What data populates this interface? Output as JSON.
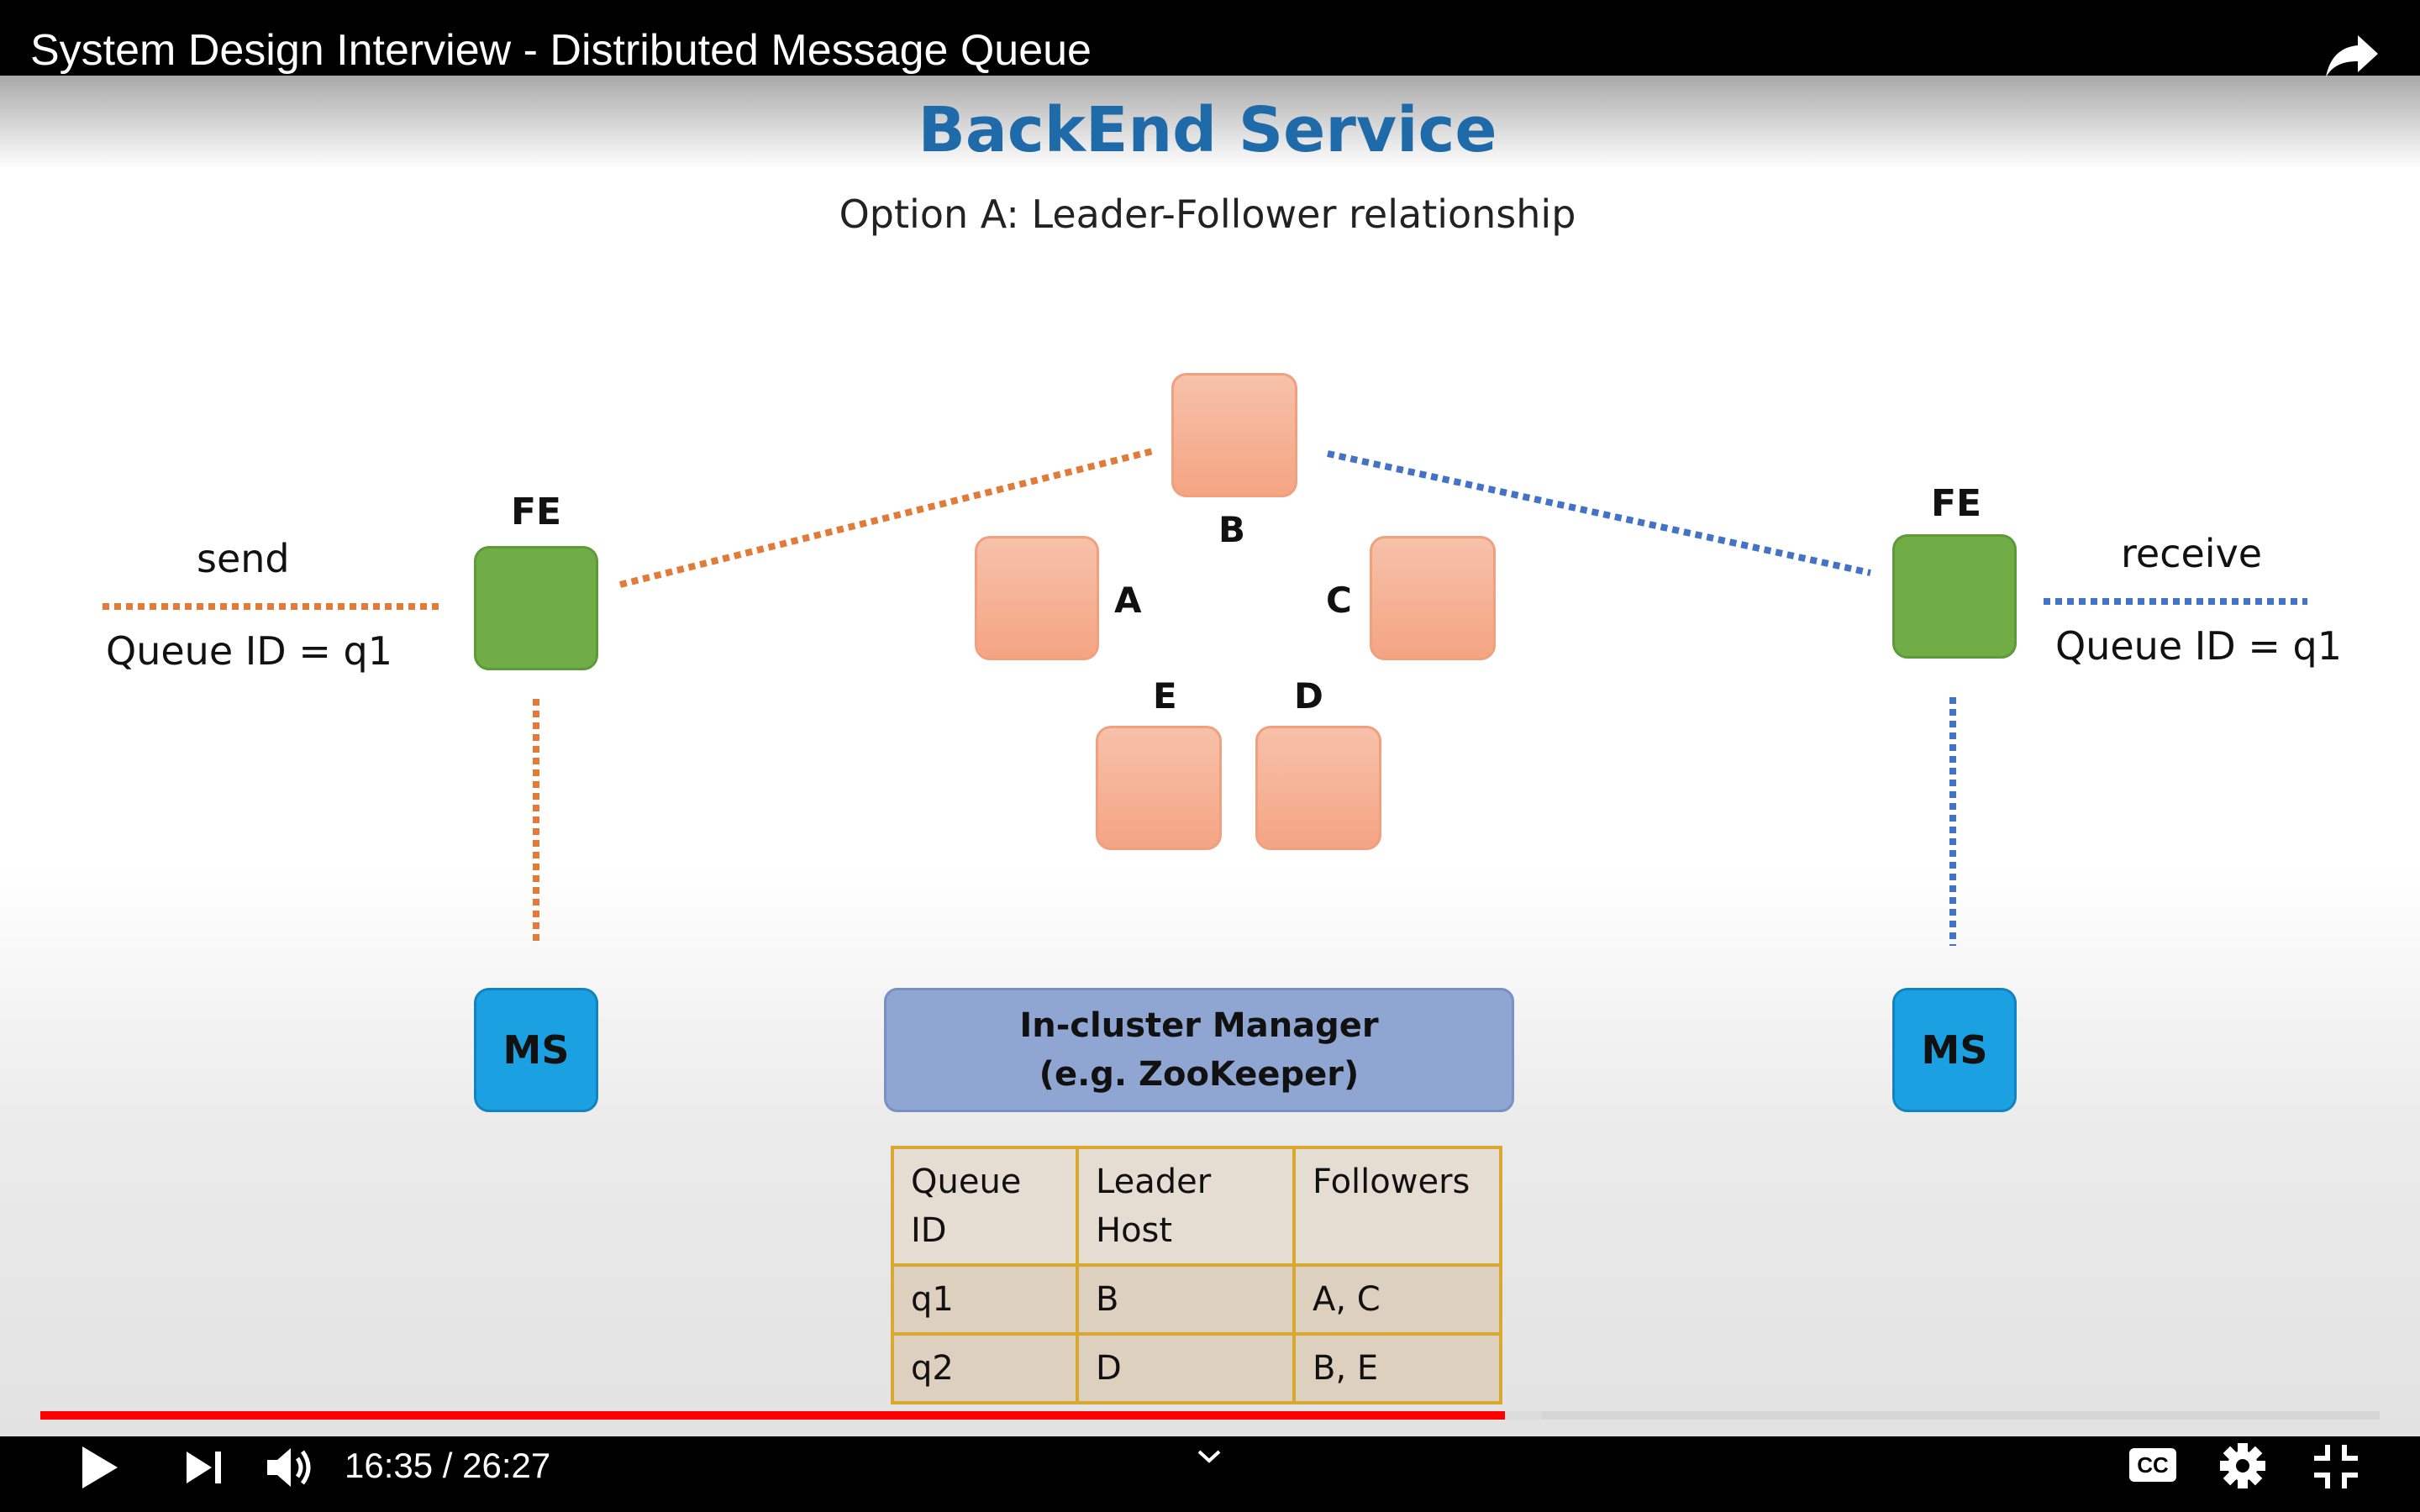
{
  "player": {
    "video_title": "System Design Interview - Distributed Message Queue",
    "time_display": "16:35 / 26:27",
    "progress_played_fraction": 0.626,
    "progress_buffered_fraction": 0.642,
    "icons": [
      "share-icon",
      "play-icon",
      "next-icon",
      "volume-icon",
      "chevron-down-icon",
      "captions-icon",
      "settings-icon",
      "exit-fullscreen-icon"
    ],
    "captions_label": "CC"
  },
  "slide": {
    "title": "BackEnd Service",
    "subtitle": "Option A: Leader-Follower relationship",
    "left": {
      "action": "send",
      "queue_id": "Queue ID = q1",
      "fe": "FE",
      "ms": "MS"
    },
    "right": {
      "action": "receive",
      "queue_id": "Queue ID = q1",
      "fe": "FE",
      "ms": "MS"
    },
    "hosts": {
      "a": "A",
      "b": "B",
      "c": "C",
      "d": "D",
      "e": "E"
    },
    "manager": {
      "line1": "In-cluster Manager",
      "line2": "(e.g. ZooKeeper)"
    },
    "table": {
      "headers": [
        "Queue\nID",
        "Leader\nHost",
        "Followers"
      ],
      "rows": [
        [
          "q1",
          "B",
          "A, C"
        ],
        [
          "q2",
          "D",
          "B, E"
        ]
      ]
    },
    "colors": {
      "title": "#1f6aa8",
      "fe": "#70ad47",
      "host": "#f4a583",
      "ms": "#1ba1e2",
      "manager": "#8fa6d2",
      "send_line": "#e07b39",
      "receive_line": "#4472c4",
      "progress": "#ff0000"
    }
  }
}
